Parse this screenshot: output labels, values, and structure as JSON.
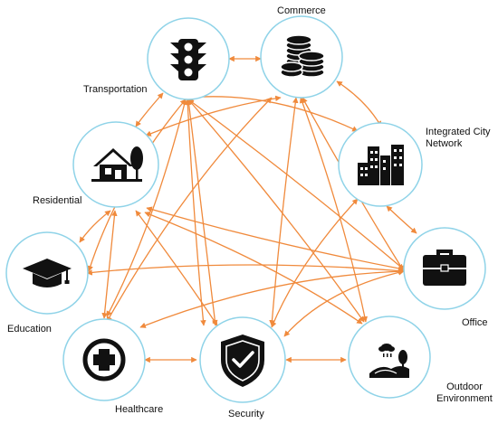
{
  "diagram": {
    "nodes": [
      {
        "id": "transportation",
        "label": "Transportation",
        "icon": "traffic-light-icon"
      },
      {
        "id": "commerce",
        "label": "Commerce",
        "icon": "coins-icon"
      },
      {
        "id": "integrated",
        "label": "Integrated City Network",
        "icon": "city-buildings-icon"
      },
      {
        "id": "residential",
        "label": "Residential",
        "icon": "house-icon"
      },
      {
        "id": "education",
        "label": "Education",
        "icon": "graduation-cap-icon"
      },
      {
        "id": "office",
        "label": "Office",
        "icon": "briefcase-icon"
      },
      {
        "id": "healthcare",
        "label": "Healthcare",
        "icon": "medical-cross-icon"
      },
      {
        "id": "security",
        "label": "Security",
        "icon": "shield-check-icon"
      },
      {
        "id": "outdoor",
        "label": "Outdoor Environment",
        "icon": "outdoor-landscape-icon"
      }
    ],
    "colors": {
      "circle_stroke": "#8fd3e8",
      "arrow": "#f08a3c",
      "icon": "#111111"
    },
    "arrow_style": "bidirectional"
  }
}
